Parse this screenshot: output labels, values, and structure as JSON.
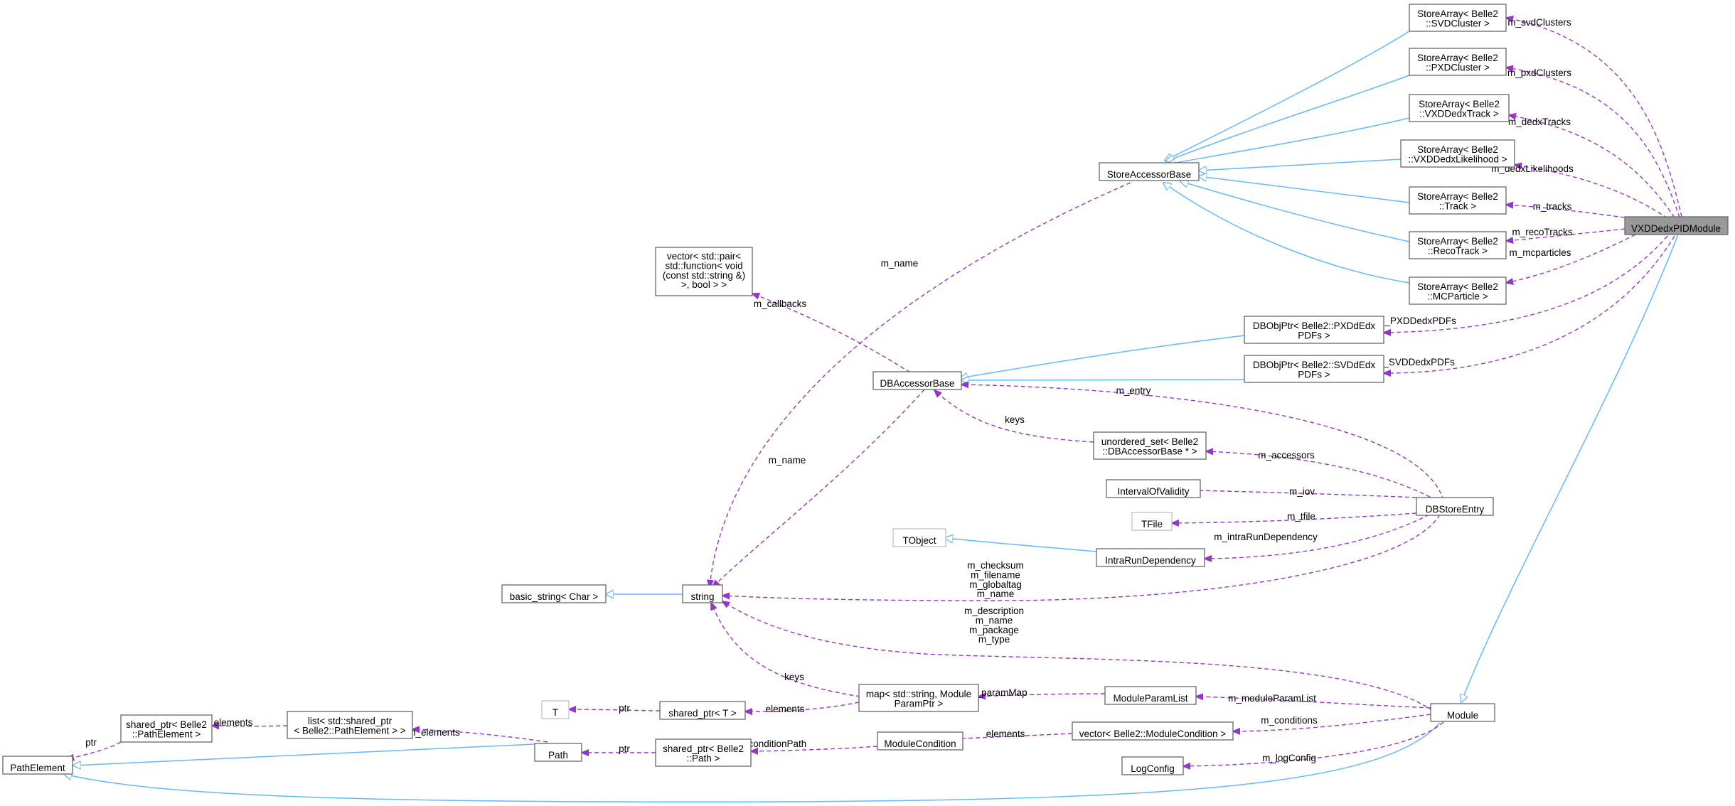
{
  "colors": {
    "inheritance": "#63b8ff",
    "usage": "#9a32cd",
    "node_border": "#666666",
    "external_border": "#bfbfbf",
    "focus_fill": "#999999"
  },
  "nodes": {
    "sa_svd": [
      "StoreArray< Belle2",
      "::SVDCluster >"
    ],
    "sa_pxd": [
      "StoreArray< Belle2",
      "::PXDCluster >"
    ],
    "sa_dedxtrack": [
      "StoreArray< Belle2",
      "::VXDDedxTrack >"
    ],
    "sa_likelihood": [
      "StoreArray< Belle2",
      "::VXDDedxLikelihood >"
    ],
    "sa_track": [
      "StoreArray< Belle2",
      "::Track >"
    ],
    "sa_recotrack": [
      "StoreArray< Belle2",
      "::RecoTrack >"
    ],
    "sa_mcparticle": [
      "StoreArray< Belle2",
      "::MCParticle >"
    ],
    "store_accessor_base": [
      "StoreAccessorBase"
    ],
    "main": [
      "VXDDedxPIDModule"
    ],
    "vector_pair": [
      "vector< std::pair<",
      "std::function< void",
      "(const std::string &)",
      ">, bool > >"
    ],
    "dbobj_pxd": [
      "DBObjPtr< Belle2::PXDdEdx",
      "PDFs >"
    ],
    "dbobj_svd": [
      "DBObjPtr< Belle2::SVDdEdx",
      "PDFs >"
    ],
    "db_accessor_base": [
      "DBAccessorBase"
    ],
    "unordered_set": [
      "unordered_set< Belle2",
      "::DBAccessorBase * >"
    ],
    "interval": [
      "IntervalOfValidity"
    ],
    "tfile": [
      "TFile"
    ],
    "db_store_entry": [
      "DBStoreEntry"
    ],
    "tobject": [
      "TObject"
    ],
    "intra_run": [
      "IntraRunDependency"
    ],
    "basic_string": [
      "basic_string< Char >"
    ],
    "string": [
      "string"
    ],
    "map": [
      "map< std::string, Module",
      "ParamPtr >"
    ],
    "module_param_list": [
      "ModuleParamList"
    ],
    "t": [
      "T"
    ],
    "shared_ptr_t": [
      "shared_ptr< T >"
    ],
    "module": [
      "Module"
    ],
    "shared_ptr_pe": [
      "shared_ptr< Belle2",
      "::PathElement >"
    ],
    "list": [
      "list< std::shared_ptr",
      "< Belle2::PathElement > >"
    ],
    "vector_cond": [
      "vector< Belle2::ModuleCondition >"
    ],
    "module_condition": [
      "ModuleCondition"
    ],
    "shared_ptr_path": [
      "shared_ptr< Belle2",
      "::Path >"
    ],
    "path": [
      "Path"
    ],
    "path_element": [
      "PathElement"
    ],
    "log_config": [
      "LogConfig"
    ]
  },
  "edge_labels": {
    "m_svdClusters": [
      "m_svdClusters"
    ],
    "m_pxdClusters": [
      "m_pxdClusters"
    ],
    "m_dedxTracks": [
      "m_dedxTracks"
    ],
    "m_dedxLikelihoods": [
      "m_dedxLikelihoods"
    ],
    "m_tracks": [
      "m_tracks"
    ],
    "m_recoTracks": [
      "m_recoTracks"
    ],
    "m_mcparticles": [
      "m_mcparticles"
    ],
    "m_PXDDedxPDFs": [
      "m_PXDDedxPDFs"
    ],
    "m_SVDDedxPDFs": [
      "m_SVDDedxPDFs"
    ],
    "m_name_sab": [
      "m_name"
    ],
    "m_callbacks": [
      "m_callbacks"
    ],
    "m_entry": [
      "m_entry"
    ],
    "keys_db": [
      "keys"
    ],
    "m_accessors": [
      "m_accessors"
    ],
    "m_name_dba": [
      "m_name"
    ],
    "m_iov": [
      "m_iov"
    ],
    "m_tfile": [
      "m_tfile"
    ],
    "m_intraRunDependency": [
      "m_intraRunDependency"
    ],
    "dbse_string": [
      "m_checksum",
      "m_filename",
      "m_globaltag",
      "m_name"
    ],
    "module_string": [
      "m_description",
      "m_name",
      "m_package",
      "m_type"
    ],
    "keys_map": [
      "keys"
    ],
    "m_paramMap": [
      "m_paramMap"
    ],
    "m_moduleParamList": [
      "m_moduleParamList"
    ],
    "ptr_t": [
      "ptr"
    ],
    "elements_map": [
      "elements"
    ],
    "m_conditions": [
      "m_conditions"
    ],
    "elements_list": [
      "elements"
    ],
    "m_elements": [
      "m_elements"
    ],
    "elements_cond": [
      "elements"
    ],
    "m_conditionPath": [
      "m_conditionPath"
    ],
    "ptr_path": [
      "ptr"
    ],
    "ptr_pe": [
      "ptr"
    ],
    "m_logConfig": [
      "m_logConfig"
    ]
  }
}
